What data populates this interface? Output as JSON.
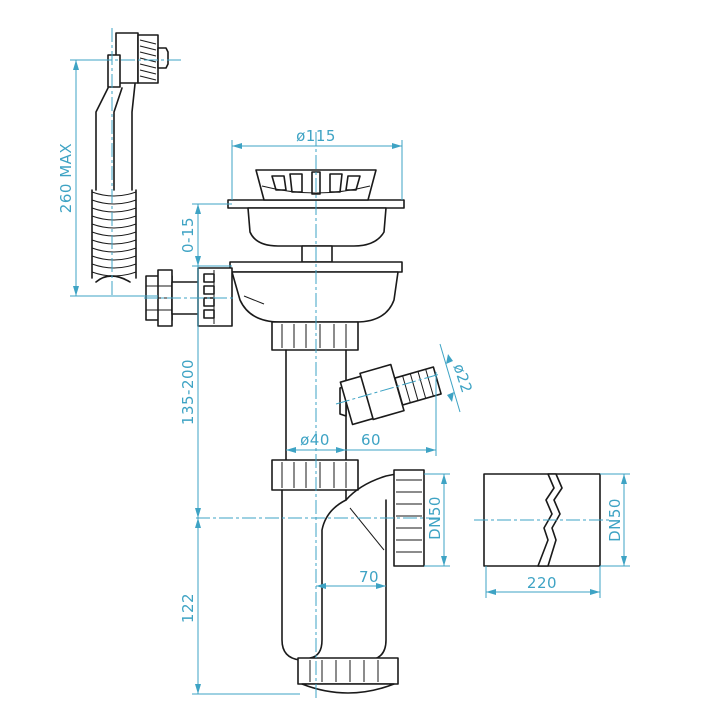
{
  "dimensions": {
    "overflow_height": "260 MAX",
    "strainer_diameter": "ø115",
    "adjust_range": "0-15",
    "trap_height": "135-200",
    "pipe_diameter": "ø40",
    "side_offset": "60",
    "side_inlet_diameter": "ø22",
    "outlet_dn": "DN50",
    "outlet_offset": "70",
    "base_height": "122",
    "pipe_length": "220",
    "pipe_dn": "DN50"
  },
  "colors": {
    "dimension_lines": "#3ea3c4",
    "outline": "#1a1a1a"
  }
}
